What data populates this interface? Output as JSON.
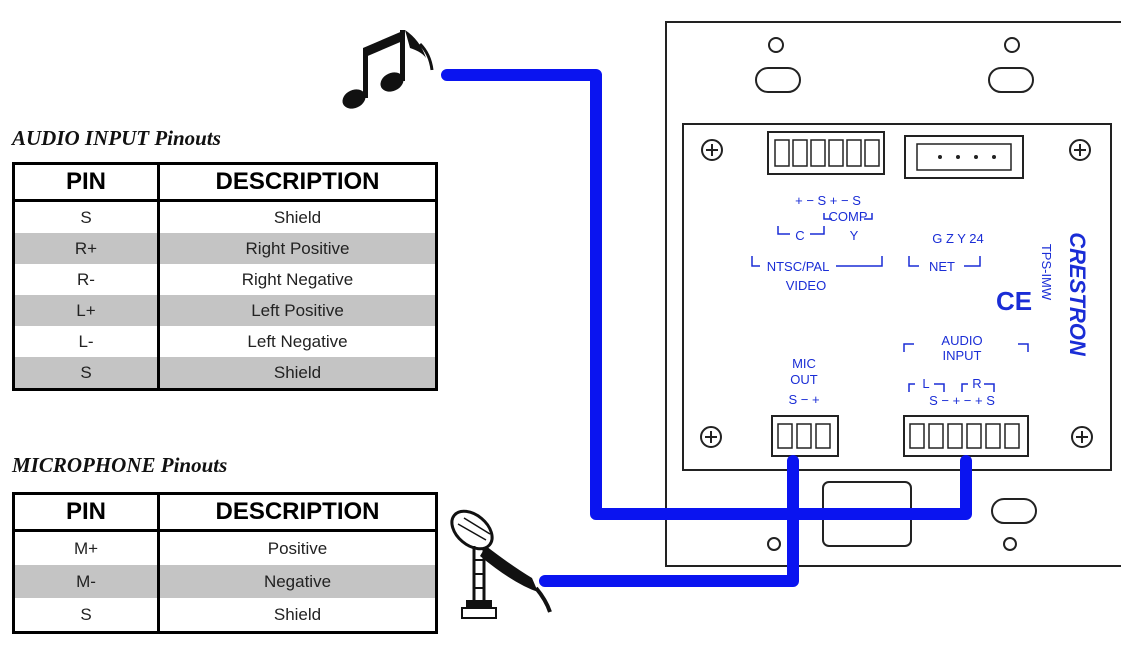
{
  "audio_pinouts": {
    "title": "AUDIO INPUT Pinouts",
    "headers": {
      "pin": "PIN",
      "description": "DESCRIPTION"
    },
    "rows": [
      {
        "pin": "S",
        "description": "Shield",
        "shaded": false
      },
      {
        "pin": "R+",
        "description": "Right Positive",
        "shaded": true
      },
      {
        "pin": "R-",
        "description": "Right Negative",
        "shaded": false
      },
      {
        "pin": "L+",
        "description": "Left Positive",
        "shaded": true
      },
      {
        "pin": "L-",
        "description": "Left Negative",
        "shaded": false
      },
      {
        "pin": "S",
        "description": "Shield",
        "shaded": true
      }
    ]
  },
  "mic_pinouts": {
    "title": "MICROPHONE Pinouts",
    "headers": {
      "pin": "PIN",
      "description": "DESCRIPTION"
    },
    "rows": [
      {
        "pin": "M+",
        "description": "Positive",
        "shaded": false
      },
      {
        "pin": "M-",
        "description": "Negative",
        "shaded": true
      },
      {
        "pin": "S",
        "description": "Shield",
        "shaded": false
      }
    ]
  },
  "panel": {
    "video_pins": "+ − S + − S",
    "comp_label": "COMP",
    "c_label": "C",
    "y_label": "Y",
    "ntsc_label": "NTSC/PAL",
    "video_label": "VIDEO",
    "net_pins": "G  Z  Y  24",
    "net_label": "NET",
    "ce_mark": "CE",
    "brand": "CRESTRON",
    "model": "TPS-IMW",
    "audio_label_1": "AUDIO",
    "audio_label_2": "INPUT",
    "l_label": "L",
    "r_label": "R",
    "audio_pins": "S − + − + S",
    "mic_label_1": "MIC",
    "mic_label_2": "OUT",
    "mic_pins": "S − +"
  },
  "icons": {
    "music": "music-notes-icon",
    "microphone": "microphone-icon"
  },
  "colors": {
    "cable": "#0a14f0",
    "label_blue": "#1a2dd6",
    "table_shade": "#c4c4c4"
  }
}
